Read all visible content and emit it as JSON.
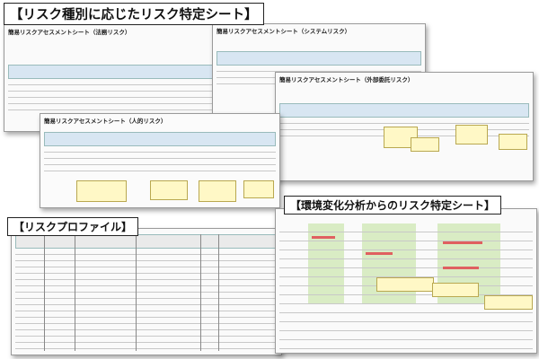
{
  "callouts": {
    "top": "【リスク種別に応じたリスク特定シート】",
    "profile": "【リスクプロファイル】",
    "environment": "【環境変化分析からのリスク特定シート】"
  },
  "sheets": {
    "legal": {
      "title": "簡易リスクアセスメントシート（法務リスク）"
    },
    "system": {
      "title": "簡易リスクアセスメントシート（システムリスク）"
    },
    "external": {
      "title": "簡易リスクアセスメントシート（外部委託リスク）"
    },
    "personnel": {
      "title": "簡易リスクアセスメントシート（人的リスク）"
    }
  },
  "colors": {
    "header": "#d8e6f2",
    "note": "#fff8c6",
    "green": "#d9ecc4",
    "red": "#e06060"
  }
}
